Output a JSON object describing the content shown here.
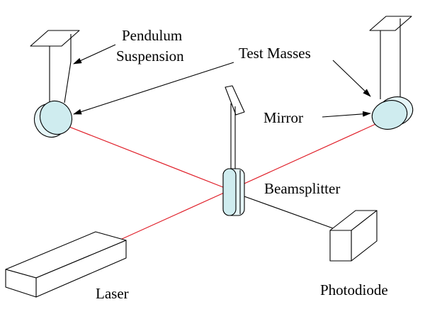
{
  "labels": {
    "pendulum_line1": "Pendulum",
    "pendulum_line2": "Suspension",
    "test_masses": "Test Masses",
    "mirror": "Mirror",
    "beamsplitter": "Beamsplitter",
    "laser": "Laser",
    "photodiode": "Photodiode"
  },
  "colors": {
    "beam": "#e0202a",
    "optic_glass": "#cfecef"
  }
}
